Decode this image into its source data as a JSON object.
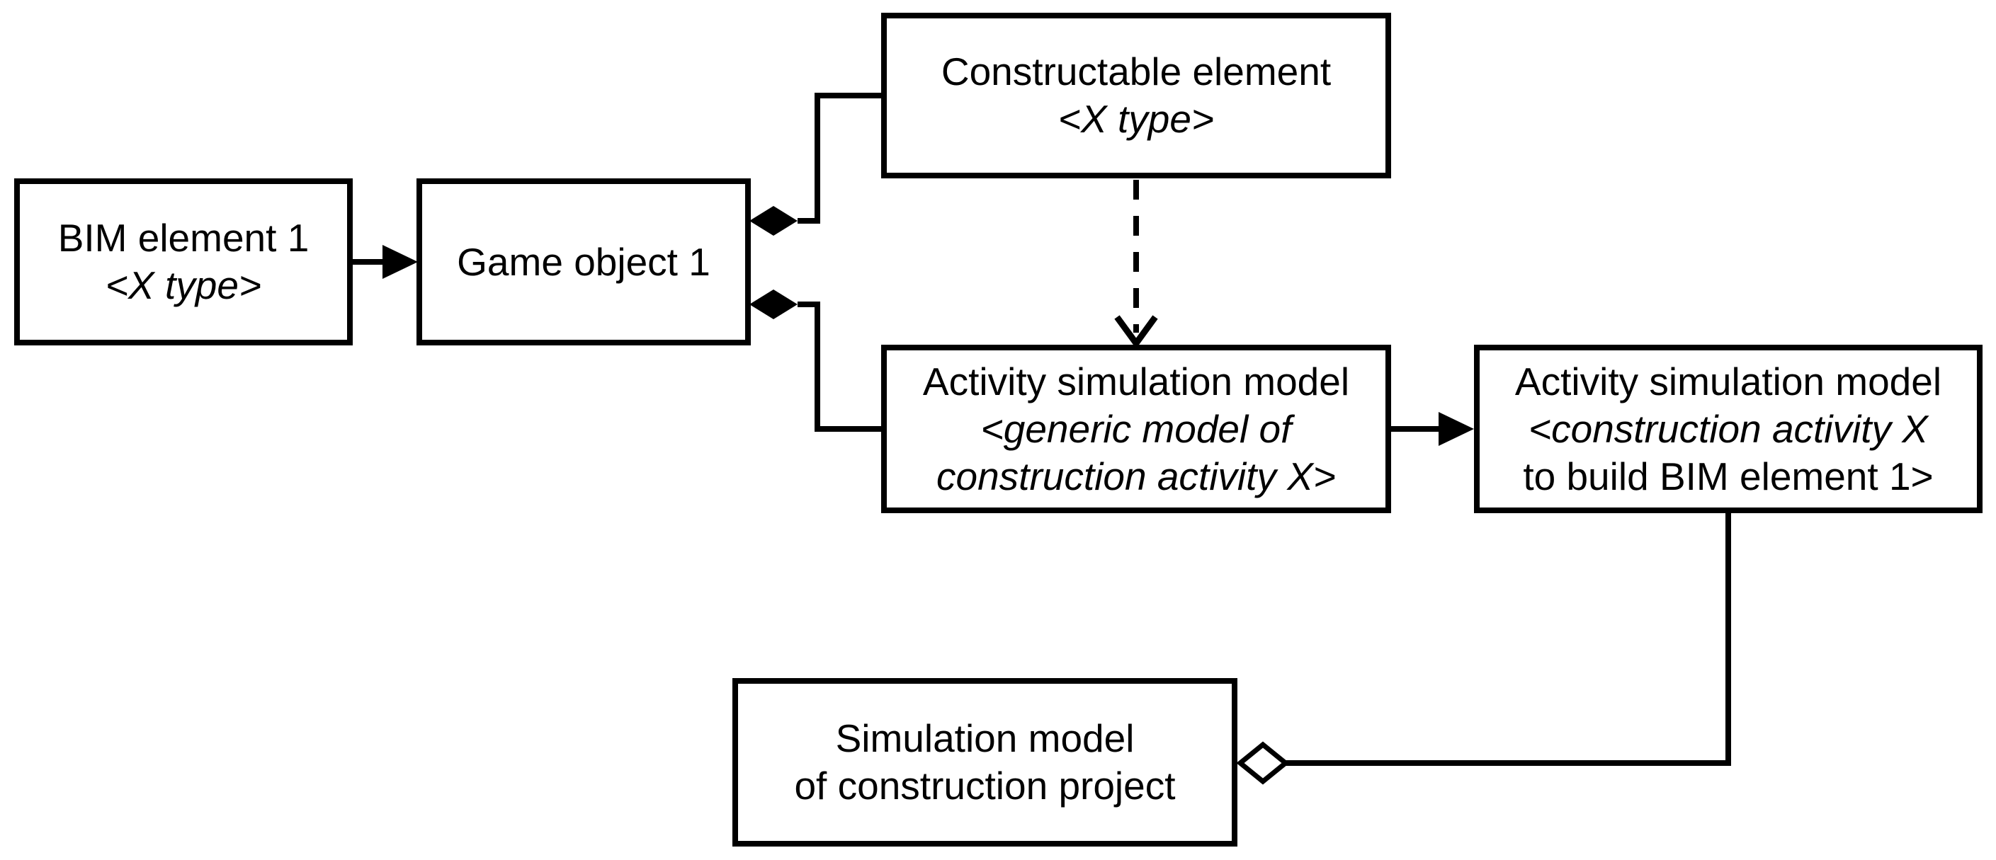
{
  "diagram": {
    "colors": {
      "background": "#ffffff",
      "stroke": "#000000",
      "text": "#000000"
    },
    "nodes": {
      "bim_element": {
        "line1": "BIM element 1",
        "line2": "<X type>"
      },
      "game_object": {
        "line1": "Game object 1"
      },
      "constructable_element": {
        "line1": "Constructable element",
        "line2": "<X type>"
      },
      "activity_model_generic": {
        "line1": "Activity simulation model",
        "line2": "<generic model of",
        "line3": "construction activity X>"
      },
      "activity_model_instance": {
        "line1": "Activity simulation model",
        "line2": "<construction activity X",
        "line3": "to build BIM element 1>"
      },
      "simulation_model": {
        "line1": "Simulation model",
        "line2": "of construction project"
      }
    },
    "connectors": [
      {
        "from": "bim_element",
        "to": "game_object",
        "type": "solid-arrow"
      },
      {
        "from": "game_object",
        "to": "constructable_element",
        "type": "composition-filled-diamond"
      },
      {
        "from": "game_object",
        "to": "activity_model_generic",
        "type": "composition-filled-diamond"
      },
      {
        "from": "constructable_element",
        "to": "activity_model_generic",
        "type": "dashed-dependency-arrow"
      },
      {
        "from": "activity_model_generic",
        "to": "activity_model_instance",
        "type": "solid-arrow"
      },
      {
        "from": "activity_model_instance",
        "to": "simulation_model",
        "type": "aggregation-open-diamond"
      }
    ]
  }
}
